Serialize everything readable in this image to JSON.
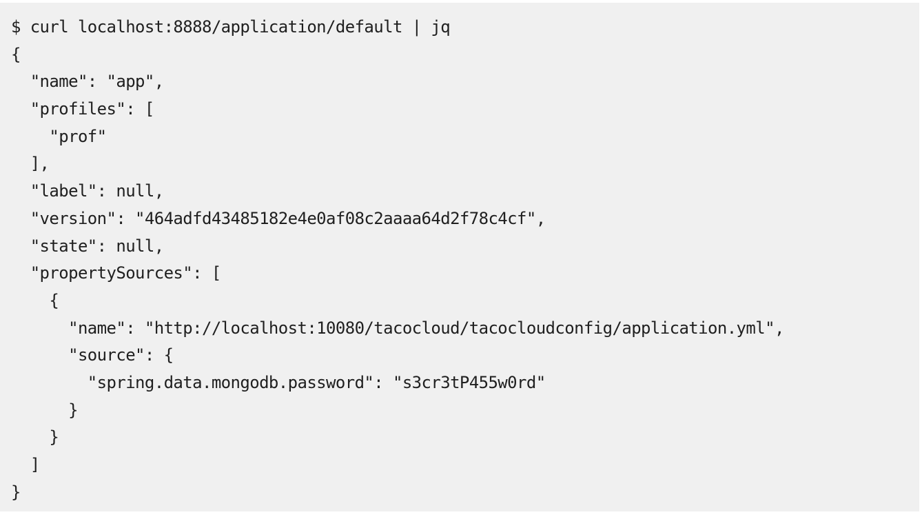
{
  "terminal": {
    "background": "#f0f0f0",
    "text_color": "#1f1f1f",
    "lines": [
      "$ curl localhost:8888/application/default | jq",
      "{",
      "  \"name\": \"app\",",
      "  \"profiles\": [",
      "    \"prof\"",
      "  ],",
      "  \"label\": null,",
      "  \"version\": \"464adfd43485182e4e0af08c2aaaa64d2f78c4cf\",",
      "  \"state\": null,",
      "  \"propertySources\": [",
      "    {",
      "      \"name\": \"http://localhost:10080/tacocloud/tacocloudconfig/application.yml\",",
      "      \"source\": {",
      "        \"spring.data.mongodb.password\": \"s3cr3tP455w0rd\"",
      "      }",
      "    }",
      "  ]",
      "}"
    ]
  }
}
